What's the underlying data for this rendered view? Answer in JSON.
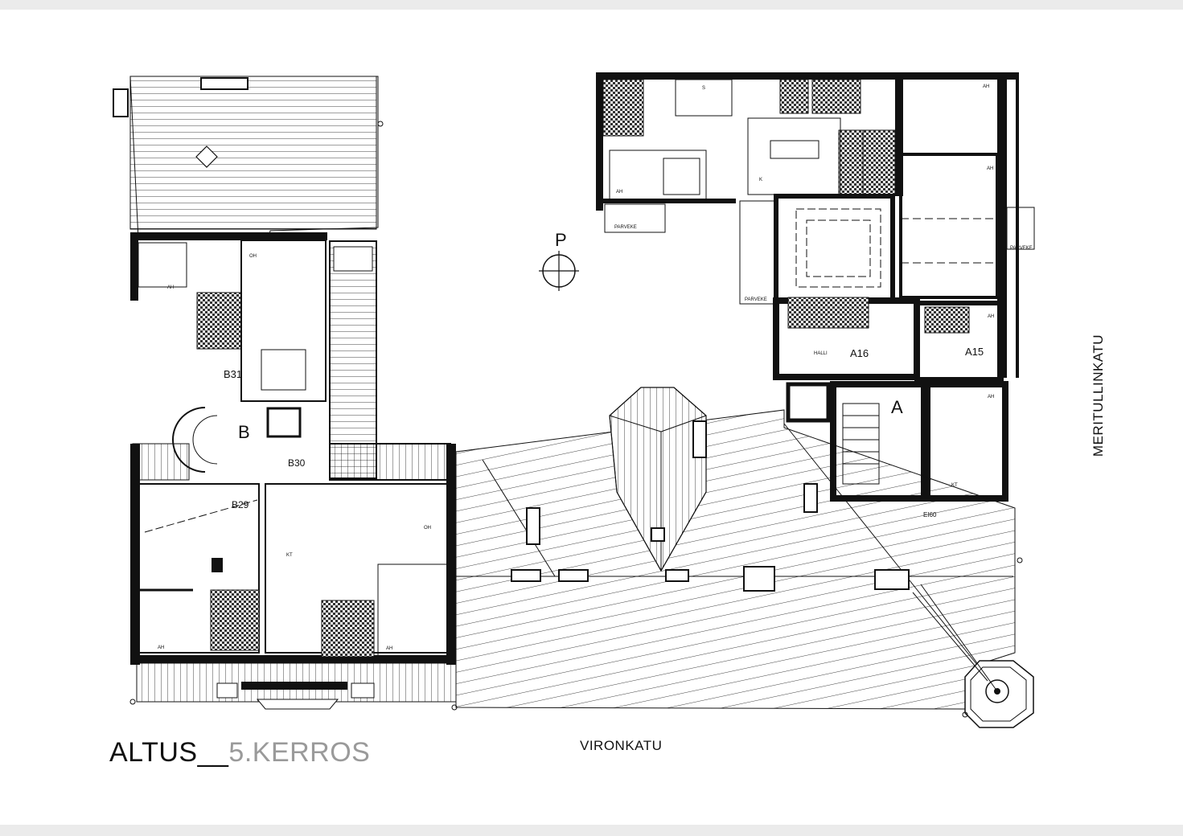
{
  "title": {
    "main": "ALTUS",
    "separator": "__",
    "floor": "5.KERROS"
  },
  "streets": {
    "south": "VIRONKATU",
    "east": "MERITULLINKATU"
  },
  "courtyard": {
    "label": "P"
  },
  "stairs": {
    "a": "A",
    "b": "B"
  },
  "apartments": {
    "a16": "A16",
    "a15": "A15",
    "b31": "B31",
    "b30": "B30",
    "b29": "B29"
  },
  "rooms": {
    "parveke": "PARVEKE",
    "ah": "AH",
    "oh": "OH",
    "k": "K",
    "kt": "KT",
    "s": "S",
    "halli": "HALLI",
    "ei60": "EI60"
  },
  "colors": {
    "ink": "#111111",
    "title_sub": "#9a9a9a",
    "wet_room": "#555555"
  }
}
